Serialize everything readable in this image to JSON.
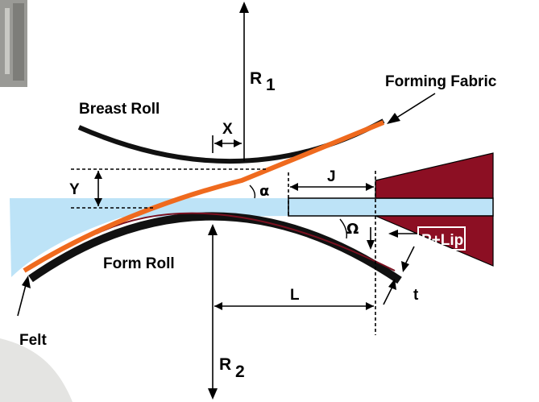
{
  "labels": {
    "r1_main": "R",
    "r1_sub": "1",
    "r2_main": "R",
    "r2_sub": "2",
    "forming_fabric": "Forming Fabric",
    "breast_roll": "Breast Roll",
    "form_roll": "Form Roll",
    "felt": "Felt",
    "x": "X",
    "y": "Y",
    "j": "J",
    "l": "L",
    "t": "t",
    "alpha": "α",
    "omega": "Ω",
    "p_lip": "P+Lip"
  },
  "colors": {
    "fabric": "#ef6a1e",
    "rolls": "#111111",
    "slurry": "#bde3f7",
    "headbox": "#8c0f23",
    "felt_accent": "#7a1020"
  }
}
